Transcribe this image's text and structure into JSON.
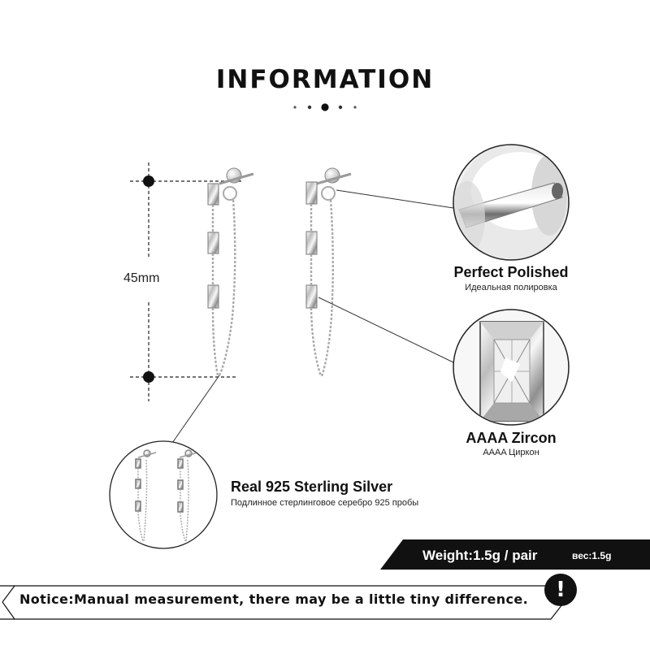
{
  "header": {
    "title": "INFORMATION"
  },
  "dimension": {
    "label": "45mm"
  },
  "features": [
    {
      "title": "Perfect  Polished",
      "subtitle": "Идеальная полировка"
    },
    {
      "title": "AAAA  Zircon",
      "subtitle": "AAAA Циркон"
    },
    {
      "title": "Real 925  Sterling  Silver",
      "subtitle": "Подлинное стерлинговое серебро 925 пробы"
    }
  ],
  "weight": {
    "label": "Weight:1.5g / pair",
    "small": "вес:1.5g"
  },
  "notice": {
    "text": "Notice:Manual measurement, there may be a little tiny difference.",
    "badge": "!"
  },
  "colors": {
    "accent": "#111111",
    "background": "#ffffff",
    "metal": "#c8c8c8"
  },
  "icons": [
    "exclamation-icon",
    "dimension-marker-icon",
    "magnifier-circle-icon"
  ]
}
